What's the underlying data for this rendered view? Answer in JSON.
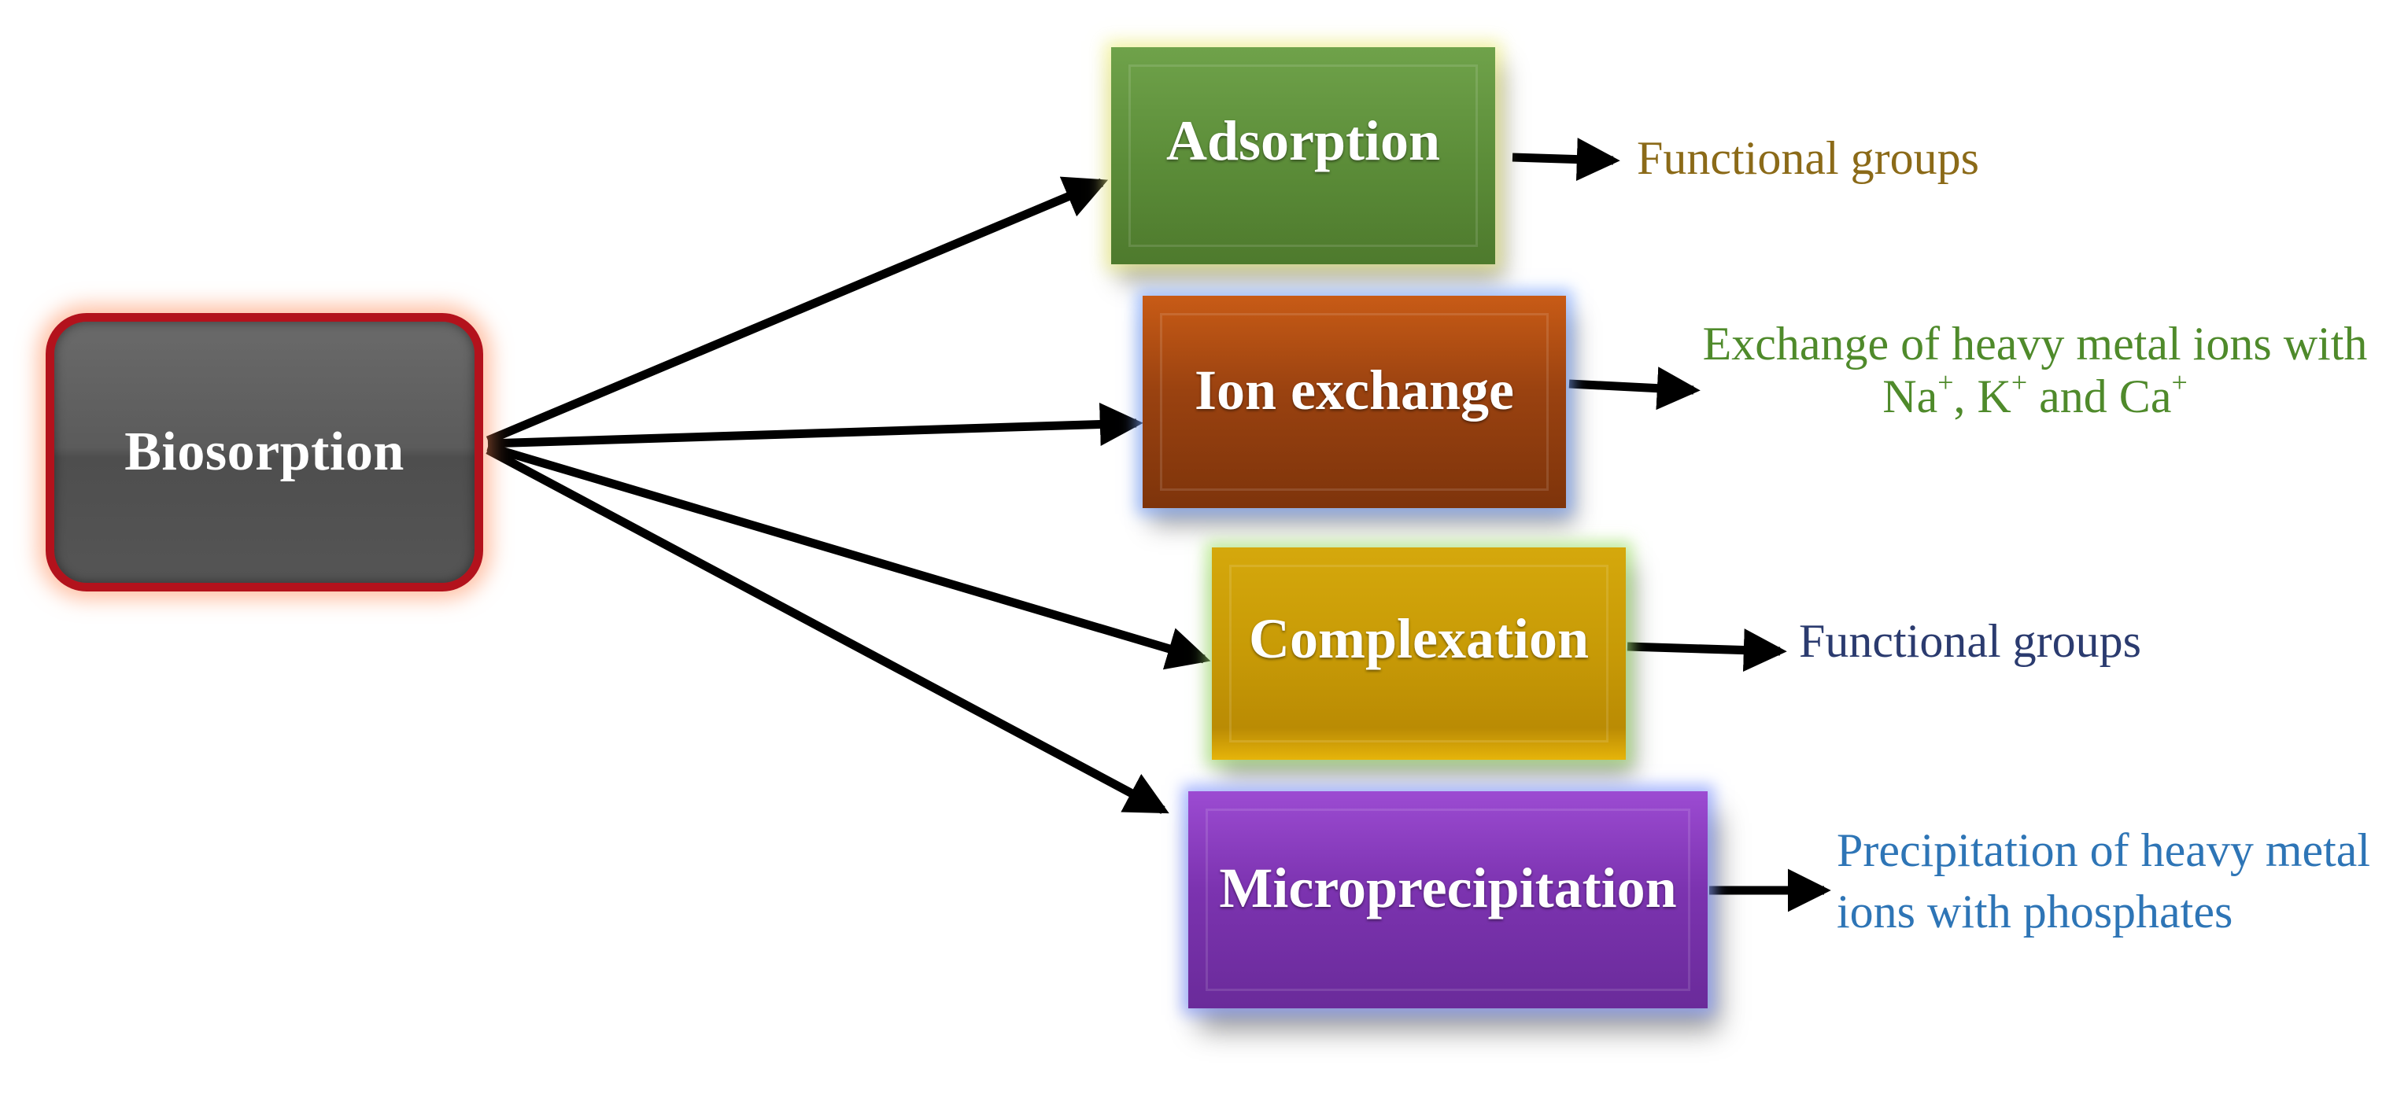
{
  "root": {
    "label": "Biosorption"
  },
  "mechanisms": [
    {
      "label": "Adsorption",
      "note": "Functional groups"
    },
    {
      "label": "Ion exchange",
      "note_line1": "Exchange of heavy metal ions with",
      "note_line2_parts": [
        "Na",
        "+",
        ", K",
        "+",
        " and Ca",
        "+"
      ]
    },
    {
      "label": "Complexation",
      "note": "Functional groups"
    },
    {
      "label": "Microprecipitation",
      "note_line1": "Precipitation of heavy metal",
      "note_line2": "ions with phosphates"
    }
  ],
  "colors": {
    "root_fill": "#5b5b5b",
    "root_border": "#b3121c",
    "adsorption": "#5b8c38",
    "ion_exchange": "#9a4210",
    "complexation": "#c79a06",
    "microprecipitation": "#7c33b0",
    "arrows": "#000000"
  }
}
